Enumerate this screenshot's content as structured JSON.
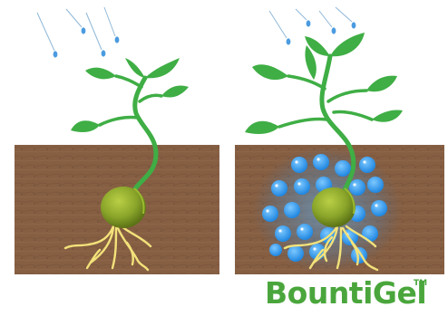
{
  "brand": {
    "name": "BountiGel",
    "trademark": "TM"
  },
  "colors": {
    "background": "#ffffff",
    "soil": "#8a6246",
    "soil_dark": "#6e4a33",
    "leaf": "#3fae45",
    "leaf_dark": "#2e8f35",
    "seed": "#7f9a1e",
    "root": "#f3e27a",
    "rain": "#5aa9e6",
    "gel": "#3aa3f2",
    "brand_text": "#4aa63c"
  },
  "panels": [
    {
      "id": "without-gel",
      "gel_visible": false
    },
    {
      "id": "with-gel",
      "gel_visible": true
    }
  ]
}
